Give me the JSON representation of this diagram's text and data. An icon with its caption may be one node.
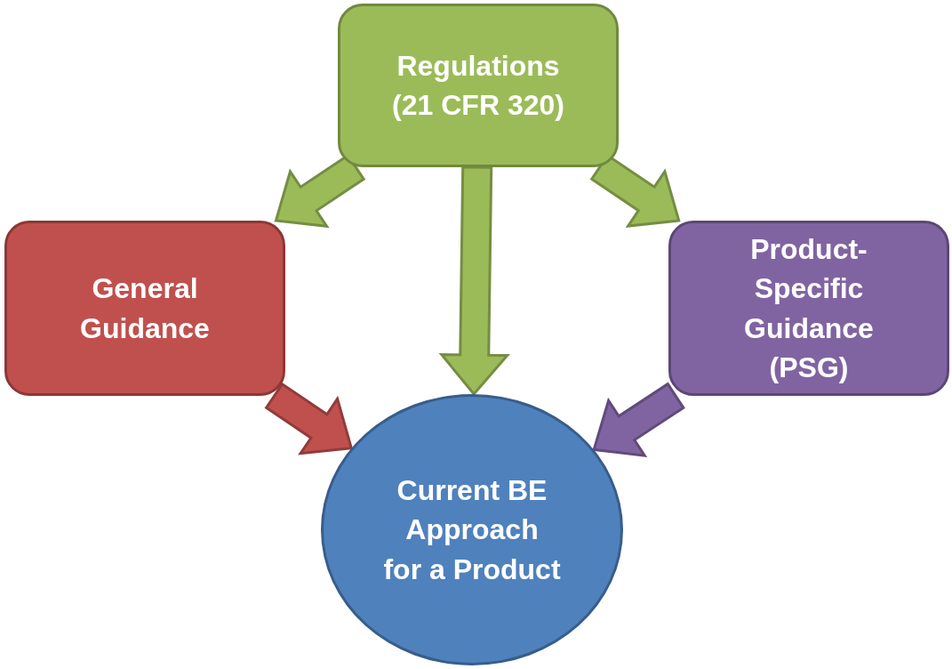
{
  "diagram": {
    "nodes": [
      {
        "text": [
          "Regulations (21 CFR 320)"
        ]
      },
      {
        "text": [
          "General Guidance"
        ]
      },
      {
        "text": [
          "Product-Specific Guidance (PSG)"
        ]
      },
      {
        "text": [
          "Current BE Approach for a Product"
        ]
      }
    ],
    "edges": [
      {
        "from": 0,
        "to": 1,
        "arrow": "to"
      },
      {
        "from": 0,
        "to": 3,
        "arrow": "to"
      },
      {
        "from": 0,
        "to": 2,
        "arrow": "to"
      },
      {
        "from": 1,
        "to": 3,
        "arrow": "to",
        "color": "#c0504d"
      },
      {
        "from": 2,
        "to": 3,
        "arrow": "to",
        "color": "#8064a2"
      }
    ]
  }
}
